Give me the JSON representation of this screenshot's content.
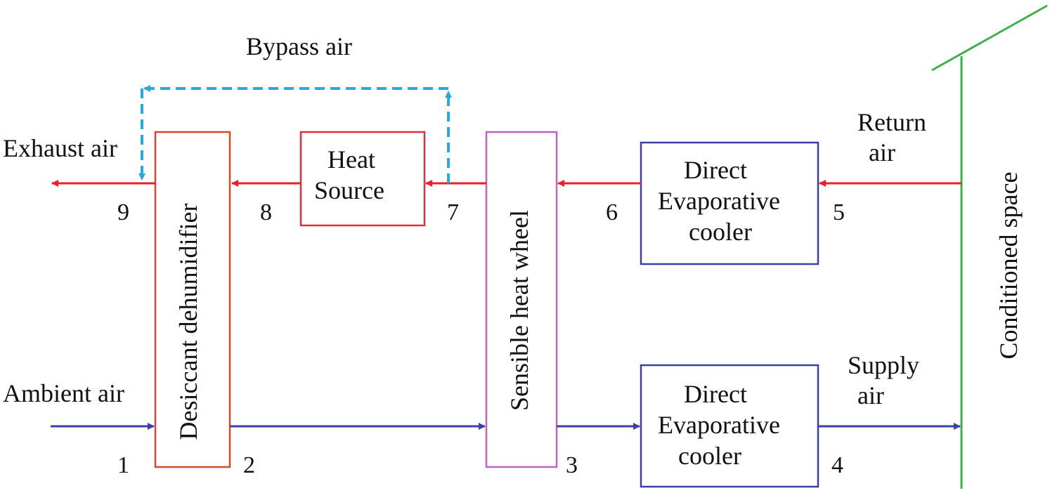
{
  "labels": {
    "bypass_air": "Bypass air",
    "exhaust_air": "Exhaust air",
    "ambient_air": "Ambient air",
    "return_air_line1": "Return",
    "return_air_line2": "air",
    "supply_air_line1": "Supply",
    "supply_air_line2": "air",
    "conditioned_space": "Conditioned space"
  },
  "components": {
    "desiccant_dehumidifier": "Desiccant dehumidifier",
    "heat_source_line1": "Heat",
    "heat_source_line2": "Source",
    "sensible_heat_wheel": "Sensible heat wheel",
    "dec_top_line1": "Direct",
    "dec_top_line2": "Evaporative",
    "dec_top_line3": "cooler",
    "dec_bottom_line1": "Direct",
    "dec_bottom_line2": "Evaporative",
    "dec_bottom_line3": "cooler"
  },
  "state_points": [
    "1",
    "2",
    "3",
    "4",
    "5",
    "6",
    "7",
    "8",
    "9"
  ],
  "colors": {
    "regeneration_flow": "#e8202a",
    "process_flow": "#3b3fa8",
    "bypass_flow": "#29a8e0",
    "desiccant_box": "#d9472b",
    "heat_source_box": "#e0303a",
    "heat_wheel_box": "#c060c0",
    "cooler_box": "#3c3fa0",
    "conditioned_space": "#3cb04a"
  }
}
